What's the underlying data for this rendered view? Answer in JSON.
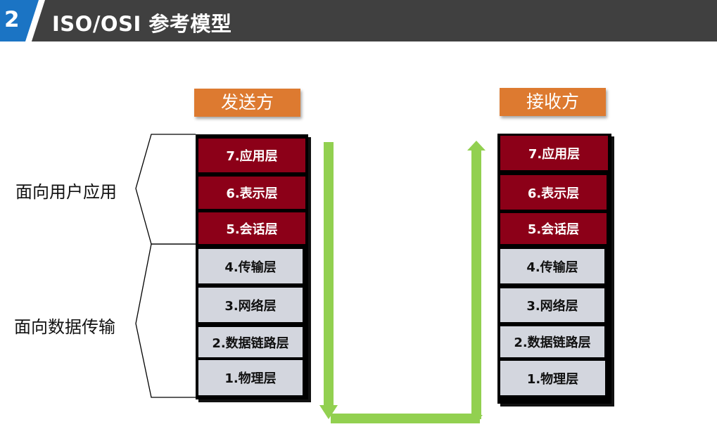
{
  "header": {
    "number": "2",
    "title": "ISO/OSI 参考模型"
  },
  "sender": {
    "label": "发送方"
  },
  "receiver": {
    "label": "接收方"
  },
  "layers": [
    "7.应用层",
    "6.表示层",
    "5.会话层",
    "4.传输层",
    "3.网络层",
    "2.数据链路层",
    "1.物理层"
  ],
  "groups": {
    "upper": "面向用户应用",
    "lower": "面向数据传输"
  },
  "colors": {
    "header": "#404040",
    "accent": "#1b74c4",
    "tag": "#dd7a30",
    "upper_layer": "#8c0018",
    "lower_layer": "#d3d6de",
    "arrow": "#92d050"
  }
}
